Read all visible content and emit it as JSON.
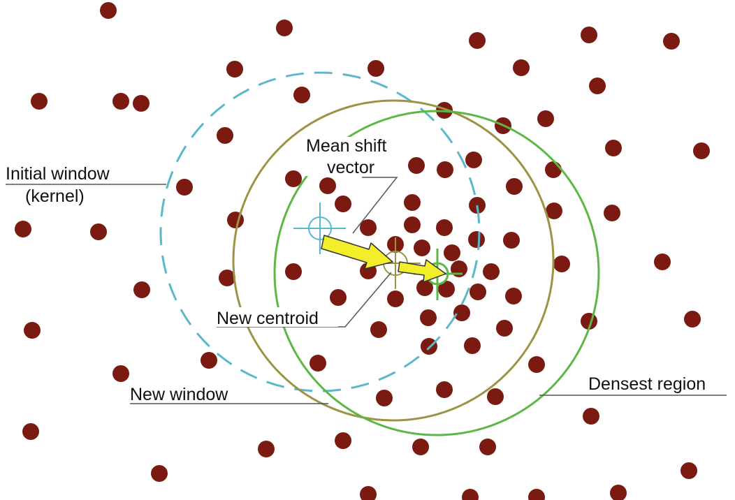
{
  "labels": {
    "initial_window_line1": "Initial window",
    "initial_window_line2": "(kernel)",
    "mean_shift_line1": "Mean shift",
    "mean_shift_line2": "vector",
    "new_centroid": "New centroid",
    "new_window": "New window",
    "densest_region": "Densest region"
  },
  "colors": {
    "point": "#7a1a10",
    "initial_window": "#5bb8cc",
    "new_window": "#9c9444",
    "densest_window": "#5cb845",
    "arrow_fill": "#f2ee2a",
    "arrow_stroke": "#333333",
    "leader_line": "#555555"
  }
}
